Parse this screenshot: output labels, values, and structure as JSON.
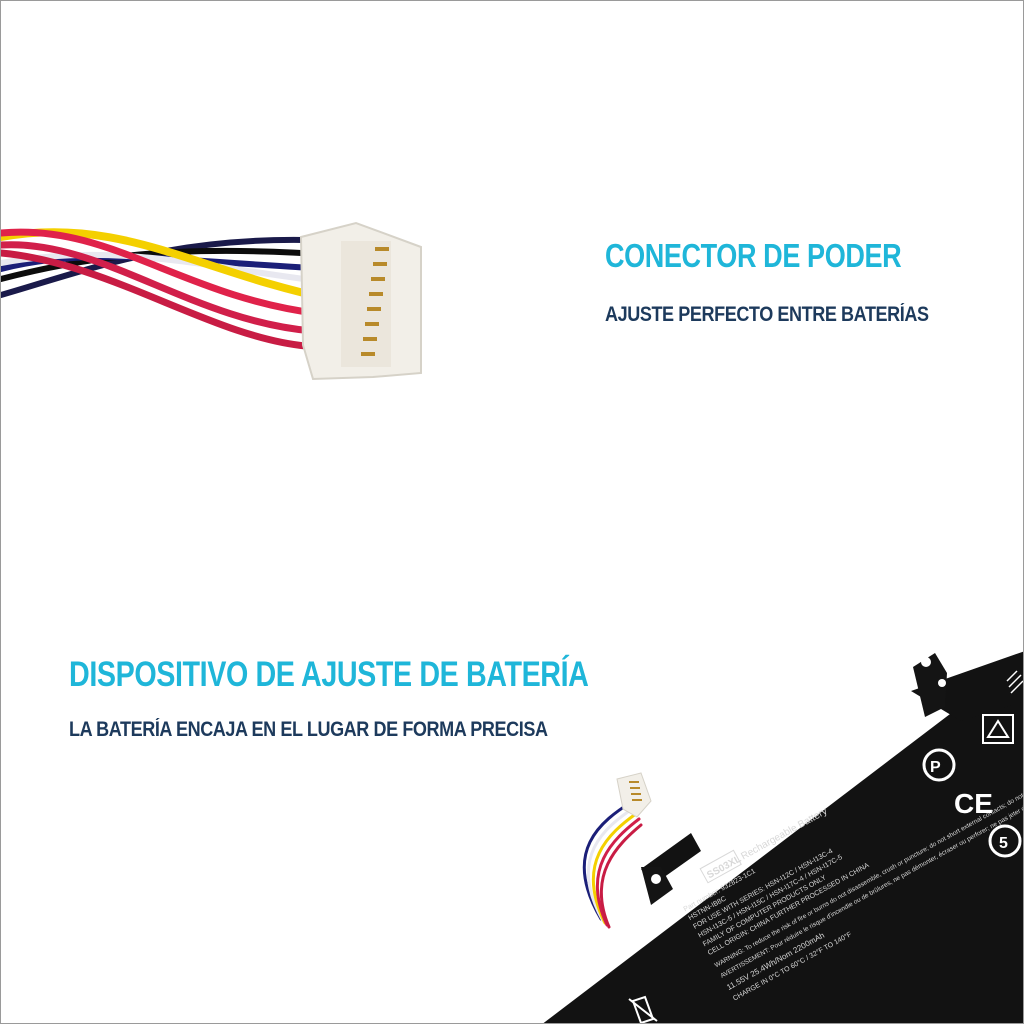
{
  "section_connector": {
    "title": "CONECTOR DE PODER",
    "subtitle": "AJUSTE PERFECTO ENTRE BATERÍAS"
  },
  "section_device": {
    "title": "DISPOSITIVO  DE AJUSTE DE BATERÍA",
    "subtitle": "LA BATERÍA ENCAJA EN EL LUGAR DE FORMA PRECISA"
  },
  "battery_label": {
    "model": "SS03XL",
    "type": "Rechargeable Battery",
    "part_number": "Part number: 932823-1C1",
    "line1": "HSTNN-IB8C",
    "line2": "FOR USE WITH SERIES: HSN-I12C / HSN-I13C-4",
    "line3": "HSN-I13C-5 / HSN-I15C / HSN-I17C-4 / HSN-I17C-5",
    "line4": "FAMILY OF COMPUTER PRODUCTS ONLY",
    "line5": "CELL ORIGIN: CHINA FURTHER PROCESSED IN CHINA",
    "warning": "WARNING: To reduce the risk of fire or burns do not disassemble, crush or puncture; do not short external contacts; do not dispose of in fire or water",
    "avertissement": "AVERTISSEMENT: Pour réduire le risque d'incendie ou de brûlures, ne pas démonter, écraser ou perforer; ne pas jeter dans le feu ou dans l'eau",
    "rating": "11.55V  25.4Wh/Nom 2200mAh",
    "temp": "CHARGE IN 0°C TO 60°C / 32°F TO 140°F"
  },
  "colors": {
    "accent_cyan": "#1fb6d9",
    "text_navy": "#1d3a5c",
    "battery_black": "#121212"
  }
}
